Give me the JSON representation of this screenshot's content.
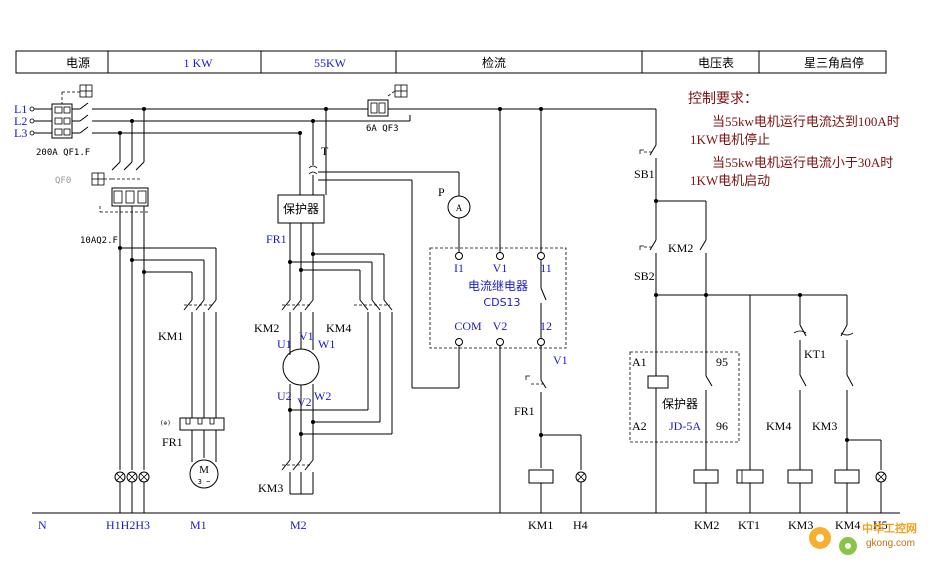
{
  "header": {
    "cells": [
      "电源",
      "1 KW",
      "55KW",
      "检流",
      "电压表",
      "星三角启停"
    ]
  },
  "notes": {
    "title": "控制要求：",
    "line1": "当55kw电机运行电流达到100A时",
    "line2": "1KW电机停止",
    "line3": "当55kw电机运行电流小于30A时",
    "line4": "1KW电机启动"
  },
  "labels": {
    "L1": "L1",
    "L2": "L2",
    "L3": "L3",
    "qf1": "200A QF1.F",
    "qf0": "QF0",
    "q2": "10AQ2.F",
    "qf3": "6A QF3",
    "T": "T",
    "P": "P",
    "A": "A",
    "protector": "保护器",
    "FR1_a": "FR1",
    "KM2_a": "KM2",
    "KM4_a": "KM4",
    "U1": "U1",
    "V1": "V1",
    "W1": "W1",
    "U2": "U2",
    "V2": "V2",
    "W2": "W2",
    "KM3_a": "KM3",
    "KM1_a": "KM1",
    "FR1_b": "FR1",
    "M": "M",
    "M3": "3 ~",
    "relay_title": "电流继电器",
    "relay_model": "CDS13",
    "I1": "I1",
    "rV1": "V1",
    "r11": "11",
    "COM": "COM",
    "rV2": "V2",
    "r12": "12",
    "V1b": "V1",
    "FR1_c": "FR1",
    "SB1": "SB1",
    "SB2": "SB2",
    "KM2_b": "KM2",
    "A1": "A1",
    "n95": "95",
    "prot2": "保护器",
    "A2": "A2",
    "jd": "JD-5A",
    "n96": "96",
    "KT1_a": "KT1",
    "KM4_b": "KM4",
    "KM3_b": "KM3",
    "fr_small": "(⊕)"
  },
  "bottom": {
    "N": "N",
    "H1": "H1H2H3",
    "M1": "M1",
    "M2": "M2",
    "KM1": "KM1",
    "H4": "H4",
    "KM2": "KM2",
    "KT1": "KT1",
    "KM3": "KM3",
    "KM4": "KM4",
    "H5": "H5"
  },
  "watermark": {
    "cn": "中华工控网",
    "en": "gkong.com"
  }
}
